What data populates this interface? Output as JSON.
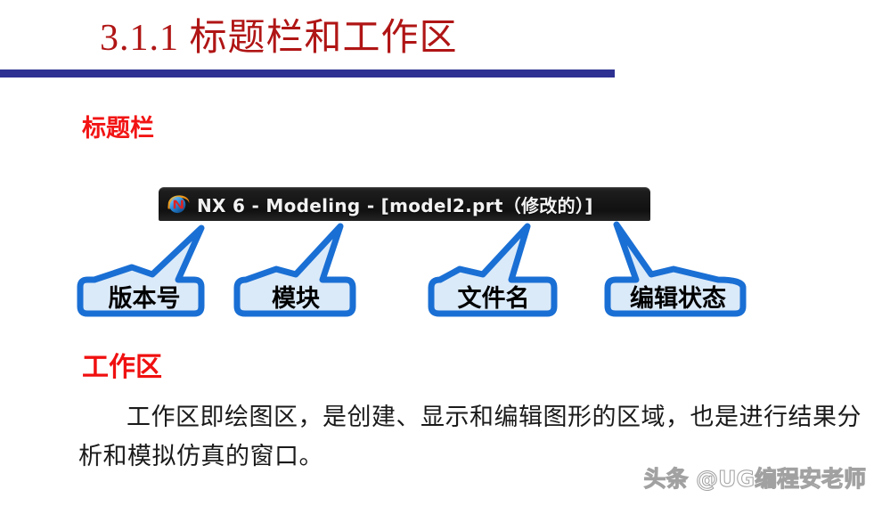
{
  "slide": {
    "title": "3.1.1  标题栏和工作区",
    "rule_color": "#2e3192",
    "title_color": "#b01515"
  },
  "sections": {
    "titlebar_label": "标题栏",
    "titlebar_label_color": "#f21414",
    "workarea_label": "工作区",
    "workarea_label_color": "#f01010"
  },
  "nx_titlebar": {
    "icon": "nx-logo-icon",
    "text": "NX 6 - Modeling - [model2.prt（修改的）]",
    "text_color": "#f2f2f2",
    "background_color": "#161616"
  },
  "callouts": [
    {
      "label": "版本号",
      "tail": "up-right",
      "points_to": "NX 6"
    },
    {
      "label": "模块",
      "tail": "up-right",
      "points_to": "Modeling"
    },
    {
      "label": "文件名",
      "tail": "up-right",
      "points_to": "model2.prt"
    },
    {
      "label": "编辑状态",
      "tail": "up-left",
      "points_to": "（修改的）"
    }
  ],
  "callout_style": {
    "border_color": "#1a6fd4",
    "fill_color": "#dbeaf9"
  },
  "body": {
    "paragraph": "工作区即绘图区，是创建、显示和编辑图形的区域，也是进行结果分析和模拟仿真的窗口。"
  },
  "watermark": {
    "text": "头条 @UG编程安老师"
  }
}
